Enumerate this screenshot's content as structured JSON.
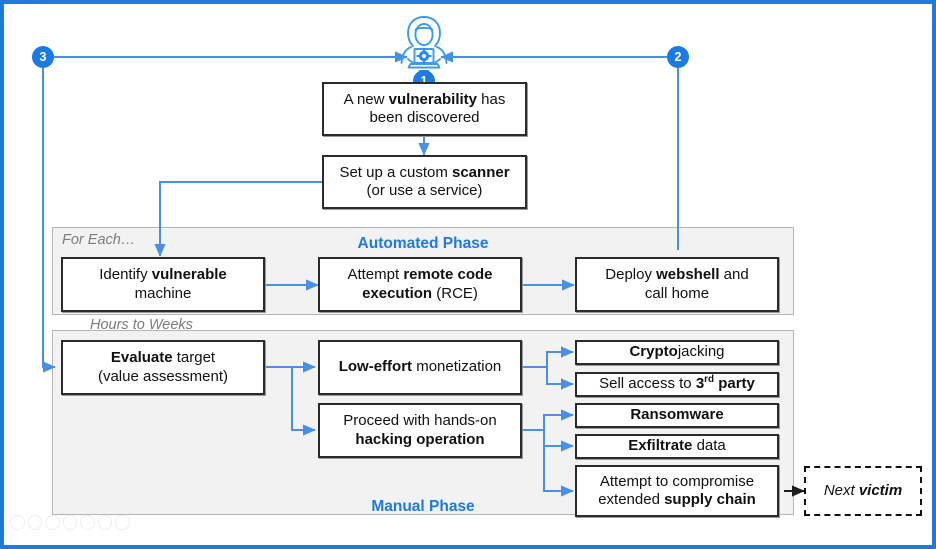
{
  "diagram": {
    "title": "Attack lifecycle: automated phase to manual phase",
    "accent_color": "#1f7ae0",
    "frame_color": "#1f7ae0",
    "panel_fill": "#f2f2f2",
    "box_border": "#2b2b2b",
    "connector_color": "#4a90e2"
  },
  "actor": {
    "icon": "hacker-with-laptop-icon",
    "marker": "1"
  },
  "markers": {
    "one": "1",
    "two": "2",
    "three": "3"
  },
  "nodes": {
    "vulnerability": {
      "line1_pre": "A new ",
      "line1_bold": "vulnerability",
      "line1_post": " has",
      "line2": "been discovered"
    },
    "scanner": {
      "line1_pre": "Set up a custom ",
      "line1_bold": "scanner",
      "line1_post": "",
      "line2": "(or use a service)"
    },
    "identify": {
      "line1_pre": "Identify ",
      "line1_bold": "vulnerable",
      "line1_post": "",
      "line2": "machine"
    },
    "rce": {
      "line1_pre": "Attempt ",
      "line1_bold": "remote code",
      "line1_post": "",
      "line2_bold": "execution",
      "line2_post": " (RCE)"
    },
    "webshell": {
      "line1_pre": "Deploy ",
      "line1_bold": "webshell",
      "line1_post": " and",
      "line2": "call home"
    },
    "evaluate": {
      "line1_bold": "Evaluate",
      "line1_post": " target",
      "line2": "(value assessment)"
    },
    "loweffort": {
      "line1_bold": "Low-effort",
      "line1_post": " monetization"
    },
    "handson": {
      "line1": "Proceed with hands-on",
      "line2_bold": "hacking operation"
    },
    "cryptojacking": {
      "bold": "Crypto",
      "rest": "jacking"
    },
    "sellaccess": {
      "pre": "Sell access to ",
      "bold_num": "3",
      "bold_sup": "rd",
      "bold_rest": " party"
    },
    "ransomware": {
      "bold": "Ransomware"
    },
    "exfiltrate": {
      "bold": "Exfiltrate",
      "rest": " data"
    },
    "supplychain": {
      "line1": "Attempt to compromise",
      "line2_pre": "extended ",
      "line2_bold": "supply chain"
    },
    "nextvictim": {
      "pre": "Next ",
      "bold": "victim"
    }
  },
  "panels": {
    "automated": {
      "label": "For Each…",
      "phase_title": "Automated Phase"
    },
    "manual": {
      "label": "Hours to Weeks",
      "phase_title": "Manual Phase"
    }
  }
}
